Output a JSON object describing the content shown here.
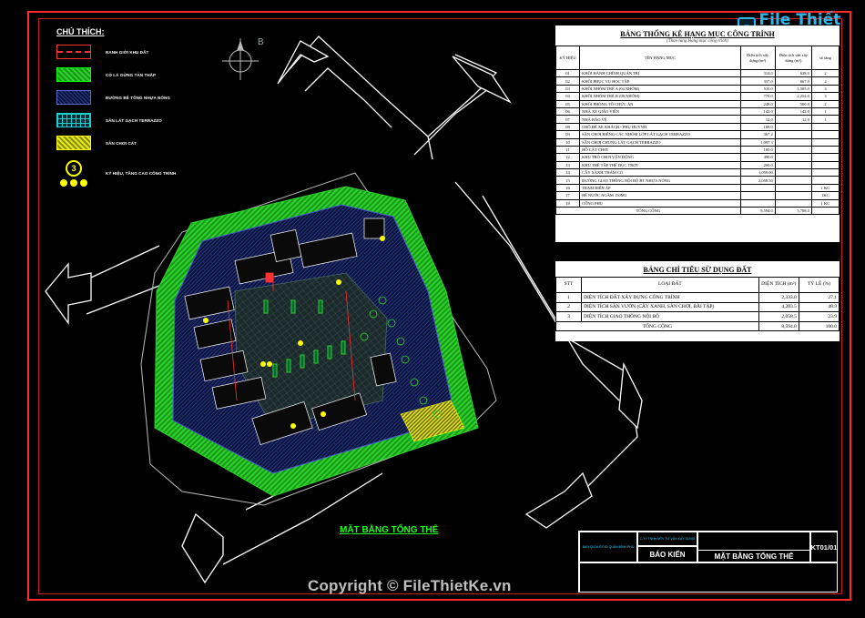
{
  "logo": {
    "mark": "F",
    "text": "File Thiết Kế.vn"
  },
  "legend": {
    "title": "CHÚ THÍCH:",
    "items": [
      {
        "swatch": "red-dashed",
        "label": "RANH GIỚI KHU ĐẤT"
      },
      {
        "swatch": "green-hatch",
        "label": "CỎ LÁ GỪNG TẢN THẤP"
      },
      {
        "swatch": "asphalt-hatch",
        "label": "ĐƯỜNG BÊ TÔNG NHỰA NÓNG"
      },
      {
        "swatch": "terrazzo-grid",
        "label": "SÂN LÁT GẠCH TERRAZZO"
      },
      {
        "swatch": "yellow-hatch",
        "label": "SÂN CHƠI CÁT"
      }
    ],
    "symbol": {
      "number": "3",
      "label": "KÝ HIỆU, TẦNG CAO CÔNG TRÌNH"
    }
  },
  "compass": {
    "label": "B"
  },
  "table1": {
    "title": "BẢNG THỐNG KÊ HẠNG MỤC CÔNG TRÌNH",
    "subtitle": "(Thao tùng Hạng mục công trình)",
    "headers": [
      "KÝ HIỆU",
      "TÊN HẠNG MỤC",
      "Diện tích xây dựng (m²)",
      "Diện tích sàn xây dựng (m²)",
      "số tầng"
    ],
    "rows": [
      [
        "01",
        "KHỐI HÀNH CHÍNH QUẢN TRỊ",
        "314.0",
        "628.0",
        "2"
      ],
      [
        "02",
        "KHỐI PHỤC VỤ HỌC TẬP",
        "337.0",
        "667.0",
        "2"
      ],
      [
        "03",
        "KHỐI NHÓM TRẺ A (04 NHÓM)",
        "510.0",
        "1,505.0",
        "3"
      ],
      [
        "04",
        "KHỐI NHÓM TRẺ B (09 NHÓM)",
        "770.0",
        "2,254.0",
        "3"
      ],
      [
        "05",
        "KHỐI PHÒNG TỔ CHỨC ĂN",
        "248.0",
        "500.0",
        "2"
      ],
      [
        "06",
        "NHÀ XE GIÁO VIÊN",
        "142.0",
        "142.0",
        "1"
      ],
      [
        "07",
        "NHÀ BẢO VỆ",
        "12.0",
        "12.0",
        "1"
      ],
      [
        "08",
        "CHỖ ĐỂ XE KHÁCH - PHỤ HUYNH",
        "108.0",
        "",
        ""
      ],
      [
        "09",
        "SÂN CHƠI RIÊNG CÁC NHÓM LỚP LÁT GẠCH TERRAZZO",
        "367.2",
        "",
        ""
      ],
      [
        "10",
        "SÂN CHƠI CHUNG LÁT GẠCH TERRAZZO",
        "1,097.3",
        "",
        ""
      ],
      [
        "11",
        "HỐ CÁT CHƠI",
        "100.0",
        "",
        ""
      ],
      [
        "12",
        "KHU TRÒ CHƠI VẬN ĐỘNG",
        "490.0",
        "",
        ""
      ],
      [
        "13",
        "KHU THỂ TẬP THỂ DỤC TRỢT",
        "200.0",
        "",
        ""
      ],
      [
        "14",
        "CÂY XANH THẢM CỎ",
        "1,059.00",
        "",
        ""
      ],
      [
        "15",
        "ĐƯỜNG GIAO THÔNG NỘI BỘ BT NHỰA NÓNG",
        "2,058.50",
        "",
        ""
      ],
      [
        "16",
        "TRẠM BIẾN ÁP",
        "",
        "",
        "1 KC"
      ],
      [
        "17",
        "BỂ NƯỚC NGẦM 150M3",
        "",
        "",
        "1KC"
      ],
      [
        "18",
        "CỔNG PHỤ",
        "",
        "",
        "1 KC"
      ]
    ],
    "total": [
      "TỔNG CỘNG",
      "8,594.0",
      "5,708.0"
    ]
  },
  "table2": {
    "title": "BẢNG CHỈ TIÊU SỬ DỤNG ĐẤT",
    "headers": [
      "STT",
      "LOẠI ĐẤT",
      "DIỆN TÍCH (m²)",
      "TỶ LỆ (%)"
    ],
    "rows": [
      [
        "1",
        "DIỆN TÍCH ĐẤT XÂY DỰNG CÔNG TRÌNH",
        "2,333.0",
        "27.1"
      ],
      [
        "2",
        "DIỆN TÍCH SÂN VƯỜN (CÂY XANH, SÂN CHƠI, BÃI TẬP)",
        "4,203.5",
        "48.9"
      ],
      [
        "3",
        "DIỆN TÍCH GIAO THÔNG NỘI BỘ",
        "2,058.5",
        "23.9"
      ]
    ],
    "total": [
      "TỔNG CỘNG",
      "8,594.0",
      "100.0"
    ]
  },
  "plan": {
    "title": "MẶT BẰNG TỔNG THỂ"
  },
  "title_block": {
    "owner": "BAN QLDA ĐTXD QUẬN BÌNH PHÚ",
    "consultant": "C.TY TNHH MTV TƯ VẤN XÂY DỰNG",
    "report": "BÁO KIẾN",
    "drawing_title": "MẶT BẰNG TỔNG THỂ",
    "sheet": "KT01/01"
  },
  "watermark": "Copyright © FileThietKe.vn",
  "colors": {
    "frame": "#ff2a2a",
    "green_area": "#1fbf1f",
    "road_edge": "#ffffff",
    "accent_blue": "#31b6e8"
  }
}
